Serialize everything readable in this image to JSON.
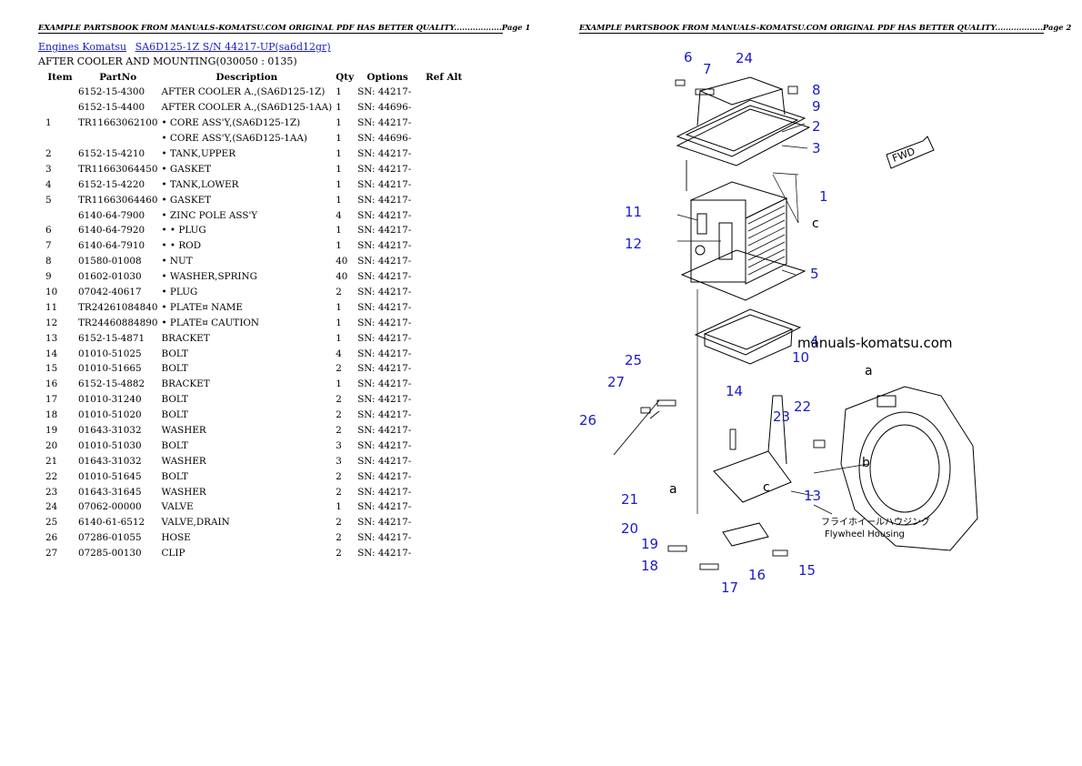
{
  "pages": [
    {
      "header": "EXAMPLE PARTSBOOK FROM MANUALS-KOMATSU.COM ORIGINAL PDF HAS BETTER QUALITY..................Page 1"
    },
    {
      "header": "EXAMPLE PARTSBOOK FROM MANUALS-KOMATSU.COM ORIGINAL PDF HAS BETTER QUALITY..................Page 2"
    }
  ],
  "breadcrumb": [
    {
      "label": "Engines Komatsu"
    },
    {
      "label": "SA6D125-1Z S/N 44217-UP(sa6d12gr)"
    }
  ],
  "section_title": "AFTER COOLER AND MOUNTING(030050 : 0135)",
  "table": {
    "headers": [
      "Item",
      "PartNo",
      "Description",
      "Qty",
      "Options",
      "Ref Alt"
    ],
    "rows": [
      [
        "",
        "6152-15-4300",
        "AFTER COOLER A.,(SA6D125-1Z)",
        "1",
        "SN: 44217-",
        ""
      ],
      [
        "",
        "6152-15-4400",
        "AFTER COOLER A.,(SA6D125-1AA)",
        "1",
        "SN: 44696-",
        ""
      ],
      [
        "1",
        "TR11663062100",
        "• CORE ASS'Y,(SA6D125-1Z)",
        "1",
        "SN: 44217-",
        ""
      ],
      [
        "",
        "",
        "• CORE ASS'Y,(SA6D125-1AA)",
        "1",
        "SN: 44696-",
        ""
      ],
      [
        "2",
        "6152-15-4210",
        "• TANK,UPPER",
        "1",
        "SN: 44217-",
        ""
      ],
      [
        "3",
        "TR11663064450",
        "• GASKET",
        "1",
        "SN: 44217-",
        ""
      ],
      [
        "4",
        "6152-15-4220",
        "• TANK,LOWER",
        "1",
        "SN: 44217-",
        ""
      ],
      [
        "5",
        "TR11663064460",
        "• GASKET",
        "1",
        "SN: 44217-",
        ""
      ],
      [
        "",
        "6140-64-7900",
        "• ZINC POLE ASS'Y",
        "4",
        "SN: 44217-",
        ""
      ],
      [
        "6",
        "6140-64-7920",
        "• • PLUG",
        "1",
        "SN: 44217-",
        ""
      ],
      [
        "7",
        "6140-64-7910",
        "• • ROD",
        "1",
        "SN: 44217-",
        ""
      ],
      [
        "8",
        "01580-01008",
        "• NUT",
        "40",
        "SN: 44217-",
        ""
      ],
      [
        "9",
        "01602-01030",
        "• WASHER,SPRING",
        "40",
        "SN: 44217-",
        ""
      ],
      [
        "10",
        "07042-40617",
        "• PLUG",
        "2",
        "SN: 44217-",
        ""
      ],
      [
        "11",
        "TR24261084840",
        "• PLATE¤ NAME",
        "1",
        "SN: 44217-",
        ""
      ],
      [
        "12",
        "TR24460884890",
        "• PLATE¤ CAUTION",
        "1",
        "SN: 44217-",
        ""
      ],
      [
        "13",
        "6152-15-4871",
        "BRACKET",
        "1",
        "SN: 44217-",
        ""
      ],
      [
        "14",
        "01010-51025",
        "BOLT",
        "4",
        "SN: 44217-",
        ""
      ],
      [
        "15",
        "01010-51665",
        "BOLT",
        "2",
        "SN: 44217-",
        ""
      ],
      [
        "16",
        "6152-15-4882",
        "BRACKET",
        "1",
        "SN: 44217-",
        ""
      ],
      [
        "17",
        "01010-31240",
        "BOLT",
        "2",
        "SN: 44217-",
        ""
      ],
      [
        "18",
        "01010-51020",
        "BOLT",
        "2",
        "SN: 44217-",
        ""
      ],
      [
        "19",
        "01643-31032",
        "WASHER",
        "2",
        "SN: 44217-",
        ""
      ],
      [
        "20",
        "01010-51030",
        "BOLT",
        "3",
        "SN: 44217-",
        ""
      ],
      [
        "21",
        "01643-31032",
        "WASHER",
        "3",
        "SN: 44217-",
        ""
      ],
      [
        "22",
        "01010-51645",
        "BOLT",
        "2",
        "SN: 44217-",
        ""
      ],
      [
        "23",
        "01643-31645",
        "WASHER",
        "2",
        "SN: 44217-",
        ""
      ],
      [
        "24",
        "07062-00000",
        "VALVE",
        "1",
        "SN: 44217-",
        ""
      ],
      [
        "25",
        "6140-61-6512",
        "VALVE,DRAIN",
        "2",
        "SN: 44217-",
        ""
      ],
      [
        "26",
        "07286-01055",
        "HOSE",
        "2",
        "SN: 44217-",
        ""
      ],
      [
        "27",
        "07285-00130",
        "CLIP",
        "2",
        "SN: 44217-",
        ""
      ]
    ]
  },
  "diagram": {
    "watermark": "manuals-komatsu.com",
    "fwd_label": "FWD",
    "housing_label_jp": "フライホイールハウジング",
    "housing_label_en": "Flywheel Housing",
    "ref_a": "a",
    "ref_b": "b",
    "ref_c": "c",
    "callouts": [
      "1",
      "2",
      "3",
      "4",
      "5",
      "6",
      "7",
      "8",
      "9",
      "10",
      "11",
      "12",
      "13",
      "14",
      "15",
      "16",
      "17",
      "18",
      "19",
      "20",
      "21",
      "22",
      "23",
      "24",
      "25",
      "26",
      "27"
    ]
  },
  "colors": {
    "link": "#1a1acc",
    "callout": "#1a1acc"
  }
}
